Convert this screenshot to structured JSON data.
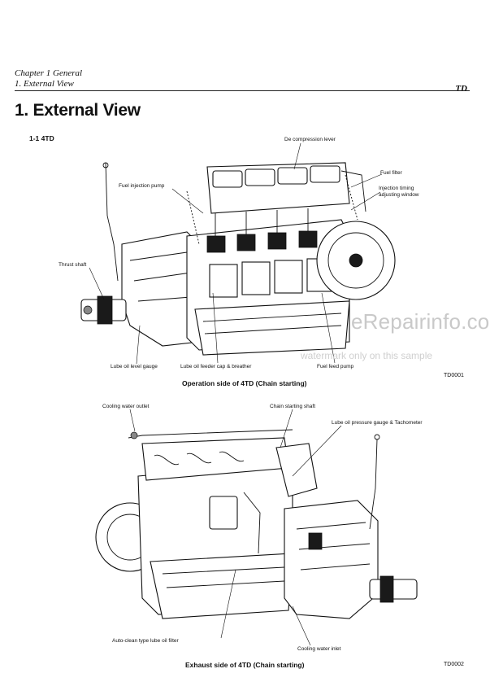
{
  "header": {
    "chapter": "Chapter 1 General",
    "section": "1.  External View",
    "tag": "TD"
  },
  "page_title": "1. External View",
  "subsection": "1-1  4TD",
  "figure1": {
    "labels": {
      "decompression_lever": "De compression lever",
      "fuel_filter": "Fuel filter",
      "injection_timing": "Injection timing",
      "adjusting_window": "adjusting window",
      "fuel_injection_pump": "Fuel injection pump",
      "thrust_shaft": "Thrust shaft",
      "lube_oil_level_gauge": "Lube oil level gauge",
      "lube_oil_feeder": "Lube oil feeder cap & breather",
      "fuel_feed_pump": "Fuel feed pump"
    },
    "caption": "Operation side of 4TD  (Chain starting)",
    "code": "TD0001"
  },
  "figure2": {
    "labels": {
      "cooling_water_outlet": "Cooling water outlet",
      "chain_starting_shaft": "Chain starting shaft",
      "lube_oil_pressure_gauge": "Lube oil pressure gauge & Tachometer",
      "auto_clean_filter": "Auto-clean type lube oil filter",
      "cooling_water_inlet": "Cooling water inlet"
    },
    "caption": "Exhaust side of 4TD  (Chain starting)",
    "code": "TD0002"
  },
  "watermark": {
    "site": "eRepairinfo.com",
    "note": "watermark only on this sample"
  }
}
